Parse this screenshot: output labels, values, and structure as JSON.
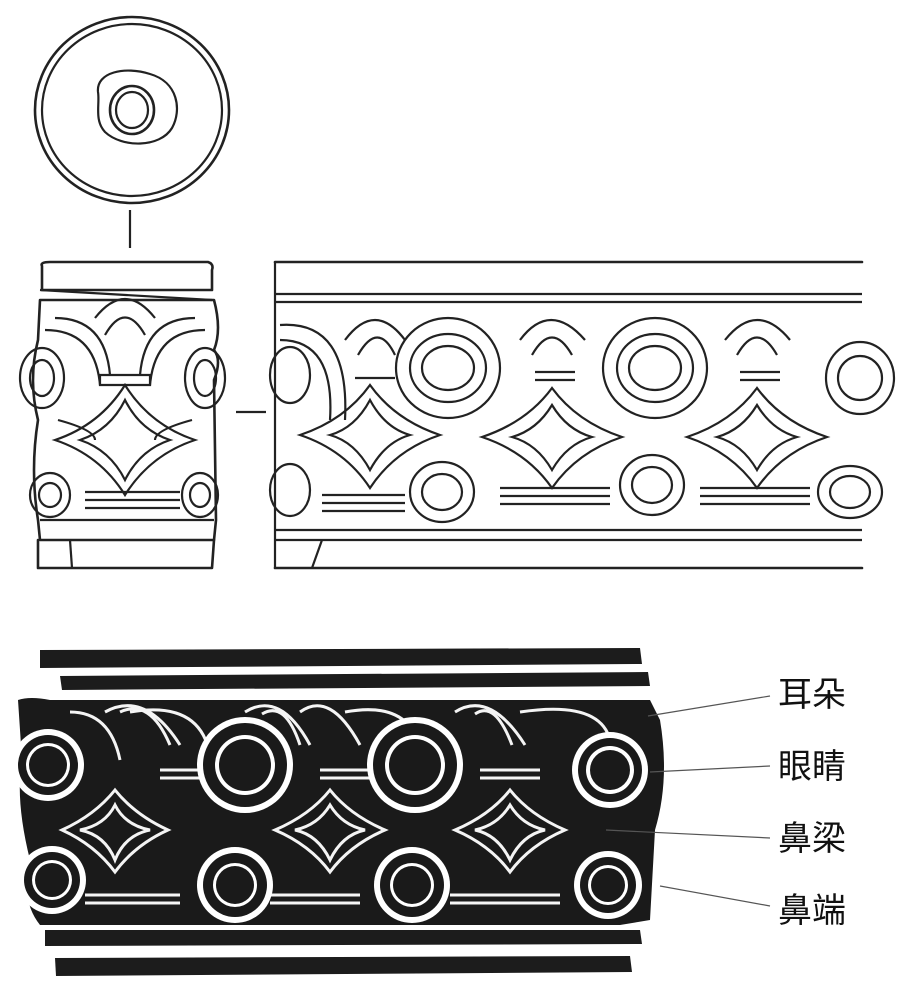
{
  "labels": {
    "ear": "耳朵",
    "eye": "眼睛",
    "nose_bridge": "鼻梁",
    "nose_tip": "鼻端"
  }
}
